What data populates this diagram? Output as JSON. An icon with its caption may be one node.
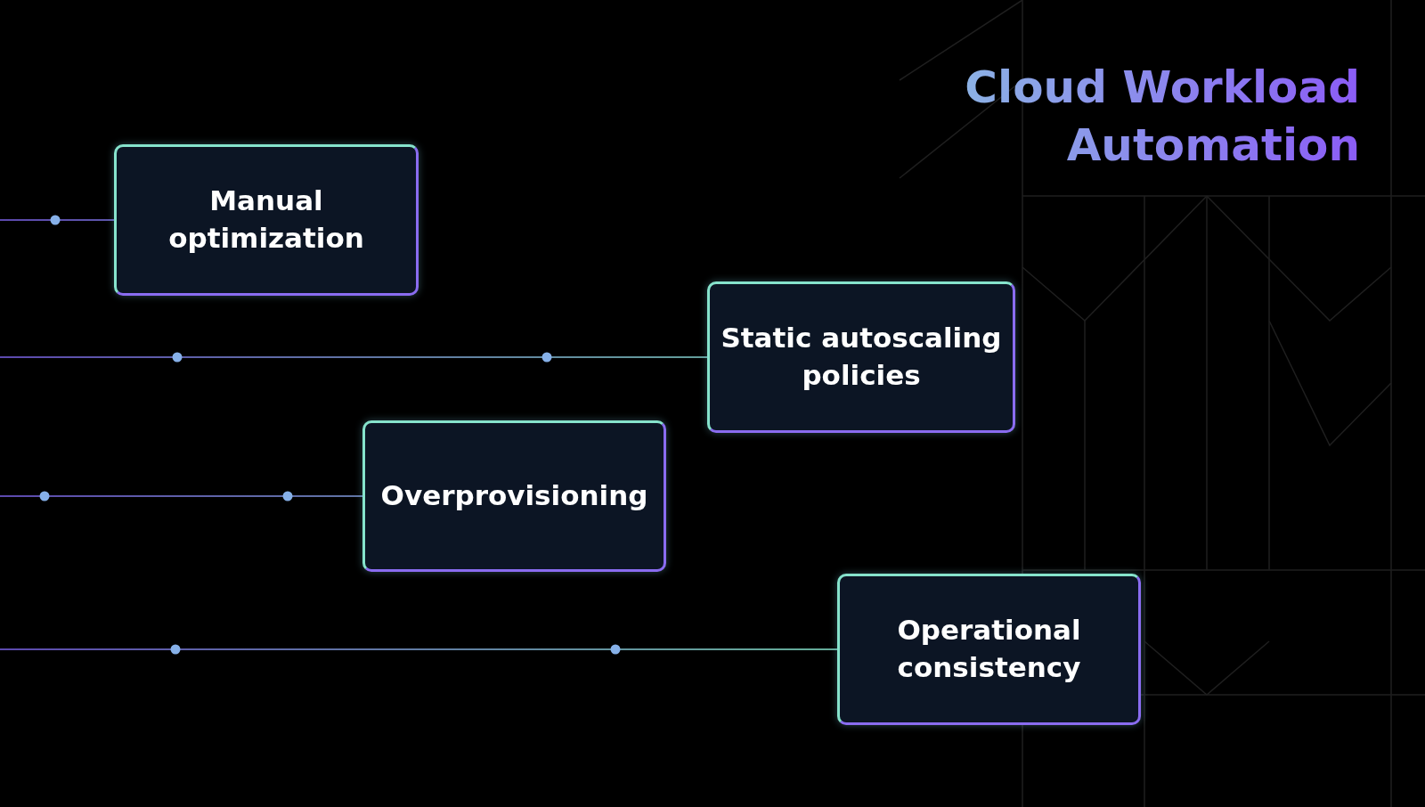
{
  "diagram": {
    "title": "Cloud Workload Automation",
    "nodes": [
      {
        "text": [
          "Manual optimization"
        ]
      },
      {
        "text": [
          "Static autoscaling policies"
        ]
      },
      {
        "text": [
          "Overprovisioning"
        ]
      },
      {
        "text": [
          "Operational consistency"
        ]
      }
    ],
    "edges": [
      {
        "from": null,
        "to": 0,
        "arrow": "none"
      },
      {
        "from": null,
        "to": 1,
        "arrow": "none"
      },
      {
        "from": null,
        "to": 2,
        "arrow": "none"
      },
      {
        "from": null,
        "to": 3,
        "arrow": "none"
      }
    ]
  }
}
